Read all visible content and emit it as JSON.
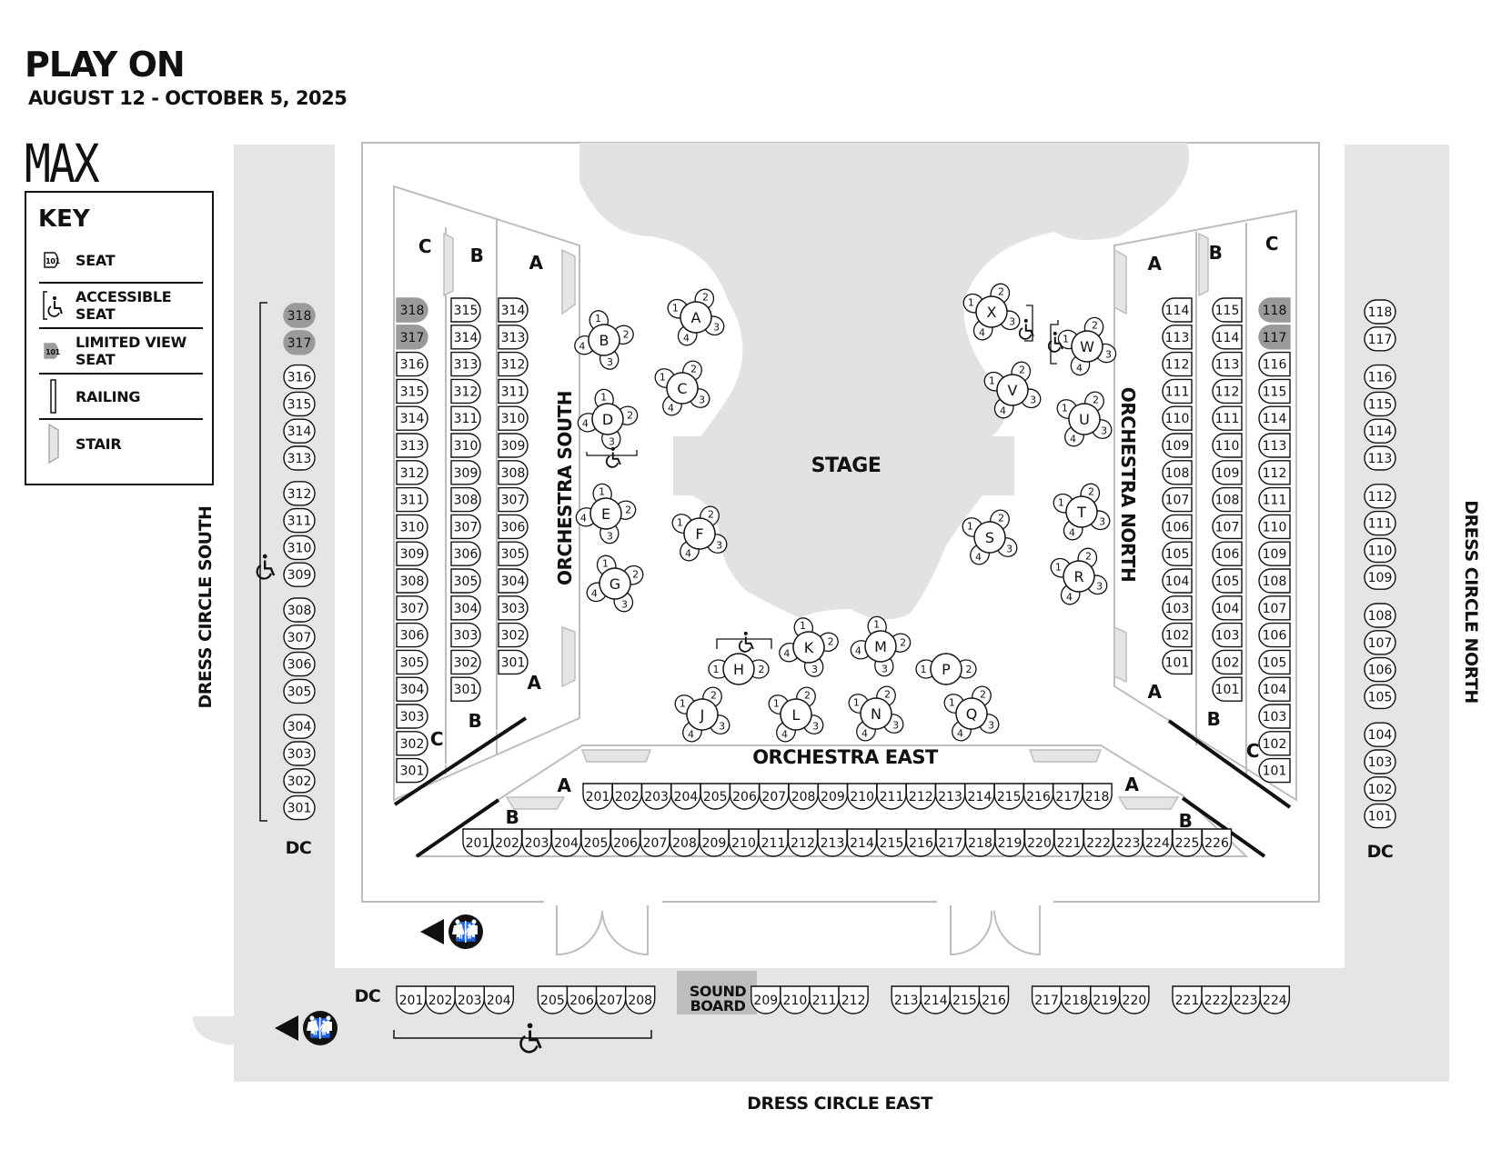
{
  "header": {
    "title": "PLAY ON",
    "dates": "AUGUST 12 - OCTOBER 5, 2025",
    "venue": "MAX"
  },
  "key": {
    "title": "KEY",
    "items": [
      {
        "icon": "seat-icon",
        "icon_text": "101",
        "label": "SEAT"
      },
      {
        "icon": "accessible-seat-icon",
        "label": "ACCESSIBLE SEAT"
      },
      {
        "icon": "limited-view-seat-icon",
        "icon_text": "101",
        "label": "LIMITED VIEW SEAT"
      },
      {
        "icon": "railing-icon",
        "label": "RAILING"
      },
      {
        "icon": "stair-icon",
        "label": "STAIR"
      }
    ]
  },
  "colors": {
    "floor": "#e5e5e5",
    "stage": "#e0e0e0",
    "limited": "#9a9a9a",
    "ink": "#111111"
  },
  "labels": {
    "stage": "STAGE",
    "orchestra_south": "ORCHESTRA SOUTH",
    "orchestra_north": "ORCHESTRA NORTH",
    "orchestra_east": "ORCHESTRA EAST",
    "dress_circle_south": "DRESS CIRCLE SOUTH",
    "dress_circle_north": "DRESS CIRCLE NORTH",
    "dress_circle_east": "DRESS CIRCLE EAST",
    "dc": "DC",
    "sound_board": "SOUND\nBOARD",
    "row_a": "A",
    "row_b": "B",
    "row_c": "C"
  },
  "sections": {
    "dc_south": {
      "seats": [
        "318",
        "317",
        "316",
        "315",
        "314",
        "313",
        "312",
        "311",
        "310",
        "309",
        "308",
        "307",
        "306",
        "305",
        "304",
        "303",
        "302",
        "301"
      ],
      "limited_view": [
        "318",
        "317"
      ]
    },
    "os_row_c": {
      "seats": [
        "318",
        "317",
        "316",
        "315",
        "314",
        "313",
        "312",
        "311",
        "310",
        "309",
        "308",
        "307",
        "306",
        "305",
        "304",
        "303",
        "302",
        "301"
      ],
      "limited_view": [
        "318",
        "317"
      ]
    },
    "os_row_b": {
      "seats": [
        "315",
        "314",
        "313",
        "312",
        "311",
        "310",
        "309",
        "308",
        "307",
        "306",
        "305",
        "304",
        "303",
        "302",
        "301"
      ]
    },
    "os_row_a": {
      "seats": [
        "314",
        "313",
        "312",
        "311",
        "310",
        "309",
        "308",
        "307",
        "306",
        "305",
        "304",
        "303",
        "302",
        "301"
      ]
    },
    "on_row_a": {
      "seats": [
        "114",
        "113",
        "112",
        "111",
        "110",
        "109",
        "108",
        "107",
        "106",
        "105",
        "104",
        "103",
        "102",
        "101"
      ]
    },
    "on_row_b": {
      "seats": [
        "115",
        "114",
        "113",
        "112",
        "111",
        "110",
        "109",
        "108",
        "107",
        "106",
        "105",
        "104",
        "103",
        "102",
        "101"
      ]
    },
    "on_row_c": {
      "seats": [
        "118",
        "117",
        "116",
        "115",
        "114",
        "113",
        "112",
        "111",
        "110",
        "109",
        "108",
        "107",
        "106",
        "105",
        "104",
        "103",
        "102",
        "101"
      ],
      "limited_view": [
        "118",
        "117"
      ]
    },
    "dc_north": {
      "seats": [
        "118",
        "117",
        "116",
        "115",
        "114",
        "113",
        "112",
        "111",
        "110",
        "109",
        "108",
        "107",
        "106",
        "105",
        "104",
        "103",
        "102",
        "101"
      ]
    },
    "oe_row_a": {
      "seats": [
        "201",
        "202",
        "203",
        "204",
        "205",
        "206",
        "207",
        "208",
        "209",
        "210",
        "211",
        "212",
        "213",
        "214",
        "215",
        "216",
        "217",
        "218"
      ]
    },
    "oe_row_b": {
      "seats": [
        "201",
        "202",
        "203",
        "204",
        "205",
        "206",
        "207",
        "208",
        "209",
        "210",
        "211",
        "212",
        "213",
        "214",
        "215",
        "216",
        "217",
        "218",
        "219",
        "220",
        "221",
        "222",
        "223",
        "224",
        "225",
        "226"
      ]
    },
    "dc_east": {
      "seats": [
        "201",
        "202",
        "203",
        "204",
        "205",
        "206",
        "207",
        "208",
        "209",
        "210",
        "211",
        "212",
        "213",
        "214",
        "215",
        "216",
        "217",
        "218",
        "219",
        "220",
        "221",
        "222",
        "223",
        "224"
      ]
    }
  },
  "tables": [
    {
      "id": "A",
      "seats": [
        "1",
        "2",
        "3",
        "4"
      ]
    },
    {
      "id": "B",
      "seats": [
        "1",
        "2",
        "3",
        "4"
      ]
    },
    {
      "id": "C",
      "seats": [
        "1",
        "2",
        "3",
        "4"
      ]
    },
    {
      "id": "D",
      "seats": [
        "1",
        "2",
        "3",
        "4"
      ],
      "accessible": true
    },
    {
      "id": "E",
      "seats": [
        "1",
        "2",
        "3",
        "4"
      ]
    },
    {
      "id": "F",
      "seats": [
        "1",
        "2",
        "3",
        "4"
      ]
    },
    {
      "id": "G",
      "seats": [
        "1",
        "2",
        "3",
        "4"
      ]
    },
    {
      "id": "H",
      "seats": [
        "1",
        "2"
      ],
      "accessible": true
    },
    {
      "id": "J",
      "seats": [
        "1",
        "2",
        "3",
        "4"
      ]
    },
    {
      "id": "K",
      "seats": [
        "1",
        "2",
        "3",
        "4"
      ]
    },
    {
      "id": "L",
      "seats": [
        "1",
        "2",
        "3",
        "4"
      ]
    },
    {
      "id": "M",
      "seats": [
        "1",
        "2",
        "3",
        "4"
      ]
    },
    {
      "id": "N",
      "seats": [
        "1",
        "2",
        "3",
        "4"
      ]
    },
    {
      "id": "P",
      "seats": [
        "1",
        "2"
      ]
    },
    {
      "id": "Q",
      "seats": [
        "1",
        "2",
        "3",
        "4"
      ]
    },
    {
      "id": "R",
      "seats": [
        "1",
        "2",
        "3",
        "4"
      ]
    },
    {
      "id": "S",
      "seats": [
        "1",
        "2",
        "3",
        "4"
      ]
    },
    {
      "id": "T",
      "seats": [
        "1",
        "2",
        "3",
        "4"
      ]
    },
    {
      "id": "U",
      "seats": [
        "1",
        "2",
        "3",
        "4"
      ]
    },
    {
      "id": "V",
      "seats": [
        "1",
        "2",
        "3",
        "4"
      ]
    },
    {
      "id": "W",
      "seats": [
        "1",
        "2",
        "3",
        "4"
      ],
      "accessible": true
    },
    {
      "id": "X",
      "seats": [
        "1",
        "2",
        "3",
        "4"
      ],
      "accessible": true
    }
  ]
}
